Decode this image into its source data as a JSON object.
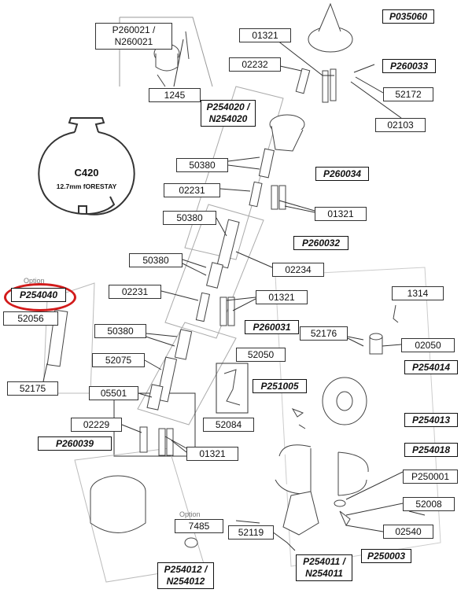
{
  "profile": {
    "name": "C420",
    "subtitle": "12.7mm fORESTAY"
  },
  "option_tags": [
    "Option",
    "Option"
  ],
  "labels": {
    "p260021": "P260021 / N260021",
    "l1245": "1245",
    "l01321_top": "01321",
    "p035060": "P035060",
    "l02232": "02232",
    "p260033": "P260033",
    "l52172": "52172",
    "p254020": "P254020 / N254020",
    "l02103": "02103",
    "l50380_a": "50380",
    "p260034": "P260034",
    "l02231_a": "02231",
    "l01321_b": "01321",
    "l50380_b": "50380",
    "p260032": "P260032",
    "l50380_c": "50380",
    "l02234": "02234",
    "p254040": "P254040",
    "l52056": "52056",
    "l02231_b": "02231",
    "l01321_c": "01321",
    "l1314": "1314",
    "l50380_d": "50380",
    "p260031": "P260031",
    "l52176": "52176",
    "l02050": "02050",
    "l52075": "52075",
    "l52050": "52050",
    "p254014": "P254014",
    "l52175": "52175",
    "l05501": "05501",
    "p251005": "P251005",
    "l02229": "02229",
    "p254013": "P254013",
    "l52084": "52084",
    "p260039": "P260039",
    "l01321_d": "01321",
    "p254018": "P254018",
    "p250001": "P250001",
    "l52008": "52008",
    "l7485": "7485",
    "l52119": "52119",
    "l02540": "02540",
    "p250003": "P250003",
    "p254011": "P254011 / N254011",
    "p254012": "P254012 / N254012"
  },
  "colors": {
    "highlight": "#d21b1b",
    "line": "#333333"
  }
}
